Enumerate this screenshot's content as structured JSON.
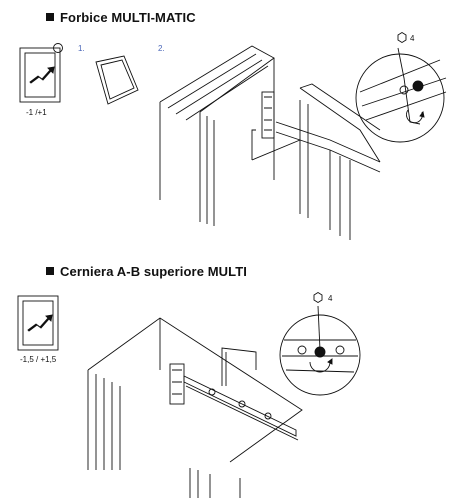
{
  "section1": {
    "title": "Forbice MULTI-MATIC",
    "adjust_range": "-1 /+1",
    "step1": "1.",
    "step2": "2.",
    "allen_key_size": "4"
  },
  "section2": {
    "title": "Cerniera A-B superiore MULTI",
    "adjust_range": "-1,5 / +1,5",
    "allen_key_size": "4"
  },
  "icons": [
    "adjust-window-icon",
    "window-tilt-icon",
    "allen-key-hex-icon"
  ]
}
